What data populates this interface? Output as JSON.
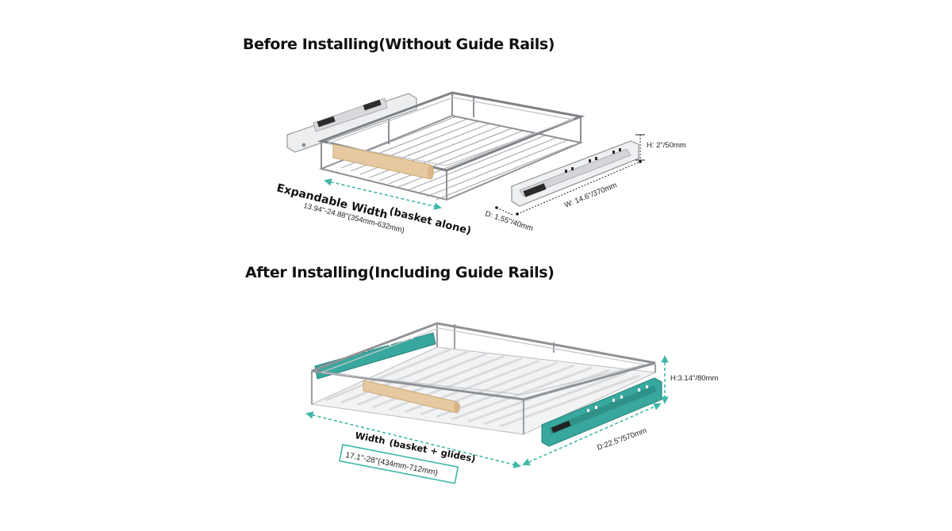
{
  "headings": {
    "before": "Before Installing(Without Guide Rails)",
    "after": "After Installing(Including Guide Rails)"
  },
  "before": {
    "expandable_title": "Expandable Width",
    "expandable_range": "13.94''-24.88''(354mm-632mm)",
    "basket_alone": "(basket alone)",
    "rail_height": "H: 2\"/50mm",
    "rail_length": "W: 14.6\"/370mm",
    "rail_depth": "D: 1.55\"/40mm"
  },
  "after": {
    "height": "H:3.14\"/80mm",
    "depth": "D:22.5\"/570mm",
    "width_title": "Width",
    "width_note": "(basket + glides)",
    "width_range": "17.1''-28''(434mm-712mm)"
  },
  "colors": {
    "accent": "#3fb8a8",
    "rail_teal": "#38a89e",
    "wood": "#e6c9a0",
    "metal": "#c4c6c9"
  }
}
